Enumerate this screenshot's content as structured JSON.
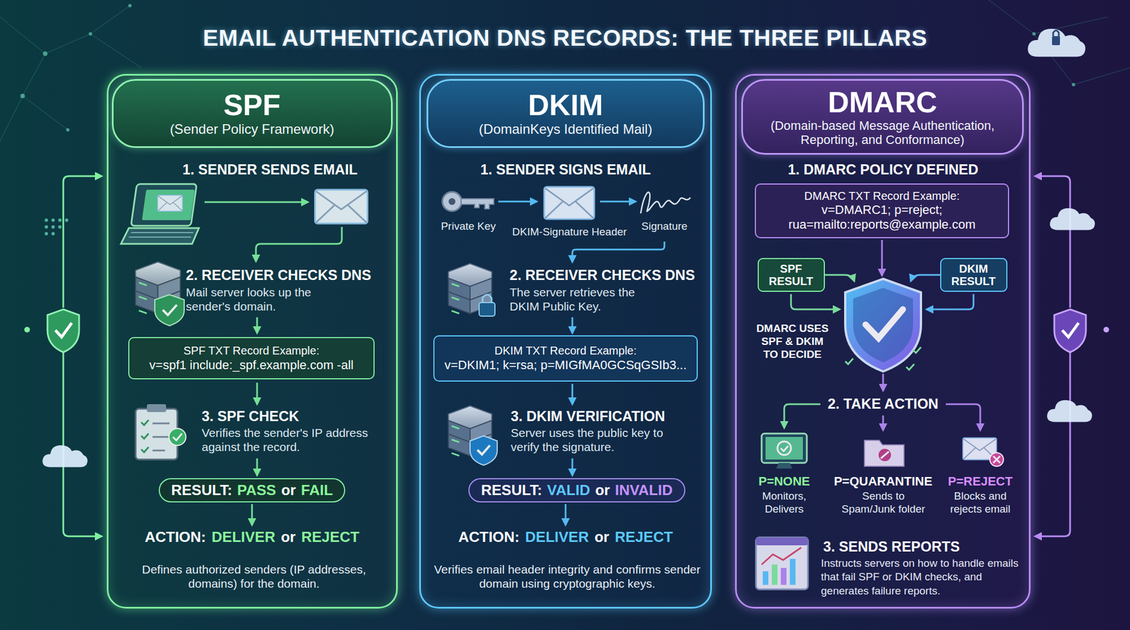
{
  "diagram": {
    "title": "EMAIL AUTHENTICATION DNS RECORDS: THE THREE PILLARS",
    "nodes": [
      {
        "text": [
          "Defines authorized senders (IP addresses, domains) for the domain."
        ]
      },
      {
        "text": [
          "SPF",
          "(Sender Policy Framework)"
        ],
        "in": 0
      },
      {
        "text": [
          "SPF TXT Record Example:",
          "v=spf1 include:_spf.example.com -all"
        ],
        "in": 0
      },
      {
        "text": [
          "RESULT:",
          "PASS",
          "or",
          "FAIL"
        ],
        "in": 0
      },
      {
        "text": [
          "Verifies email header integrity and confirms sender domain using cryptographic keys."
        ]
      },
      {
        "text": [
          "DKIM",
          "(DomainKeys Identified Mail)"
        ],
        "in": 4
      },
      {
        "text": [
          "DKIM TXT Record Example:",
          "v=DKIM1; k=rsa; p=MIGfMA0GCSqGSIb3..."
        ],
        "in": 4
      },
      {
        "text": [
          "RESULT:",
          "VALID",
          "or",
          "INVALID"
        ],
        "in": 4
      },
      {
        "text": [
          "3. SENDS REPORTS",
          "Instructs servers on how to handle emails that fail SPF or DKIM checks, and generates failure reports."
        ]
      },
      {
        "text": [
          "DMARC",
          "(Domain-based Message Authentication, Reporting, and Conformance)"
        ],
        "in": 8
      },
      {
        "text": [
          "DMARC TXT Record Example:",
          "v=DMARC1; p=reject; rua=mailto:reports@example.com"
        ],
        "in": 8
      },
      {
        "text": [
          "SPF RESULT"
        ],
        "in": 8
      },
      {
        "text": [
          "DKIM RESULT"
        ],
        "in": 8
      }
    ],
    "labels": [
      "1. SENDER SENDS EMAIL",
      "2. RECEIVER CHECKS DNS",
      "Mail server looks up the sender's domain.",
      "3. SPF CHECK",
      "Verifies the sender's IP address against the record.",
      "ACTION:",
      "DELIVER",
      "or",
      "REJECT",
      "1. SENDER SIGNS EMAIL",
      "Private Key",
      "DKIM-Signature Header",
      "Signature",
      "2. RECEIVER CHECKS DNS",
      "The server retrieves the DKIM Public Key.",
      "3. DKIM VERIFICATION",
      "Server uses the public key to verify the signature.",
      "ACTION:",
      "DELIVER",
      "or",
      "REJECT",
      "1. DMARC POLICY DEFINED",
      "DMARC USES SPF & DKIM TO DECIDE",
      "2. TAKE ACTION",
      "P=NONE",
      "Monitors, Delivers",
      "P=QUARANTINE",
      "Sends to Spam/Junk folder",
      "P=REJECT",
      "Blocks and rejects email"
    ]
  }
}
